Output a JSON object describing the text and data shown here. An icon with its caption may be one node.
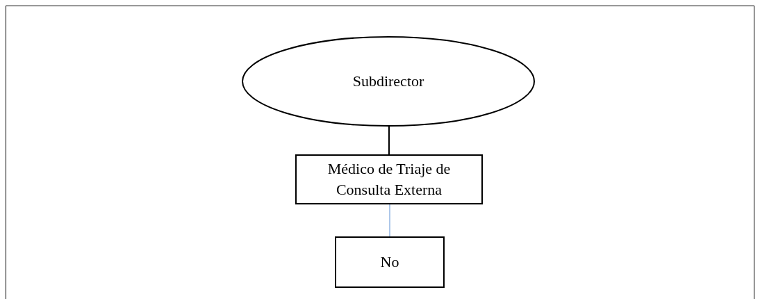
{
  "diagram": {
    "nodes": [
      {
        "text": [
          "Subdirector"
        ]
      },
      {
        "text": [
          "Médico de Triaje de Consulta Externa"
        ]
      },
      {
        "text": [
          "No"
        ]
      }
    ],
    "edges": [
      {
        "from": 0,
        "to": 1,
        "arrow": "none"
      },
      {
        "from": 1,
        "to": 2,
        "arrow": "none",
        "color": "#5b8fd4"
      }
    ]
  }
}
